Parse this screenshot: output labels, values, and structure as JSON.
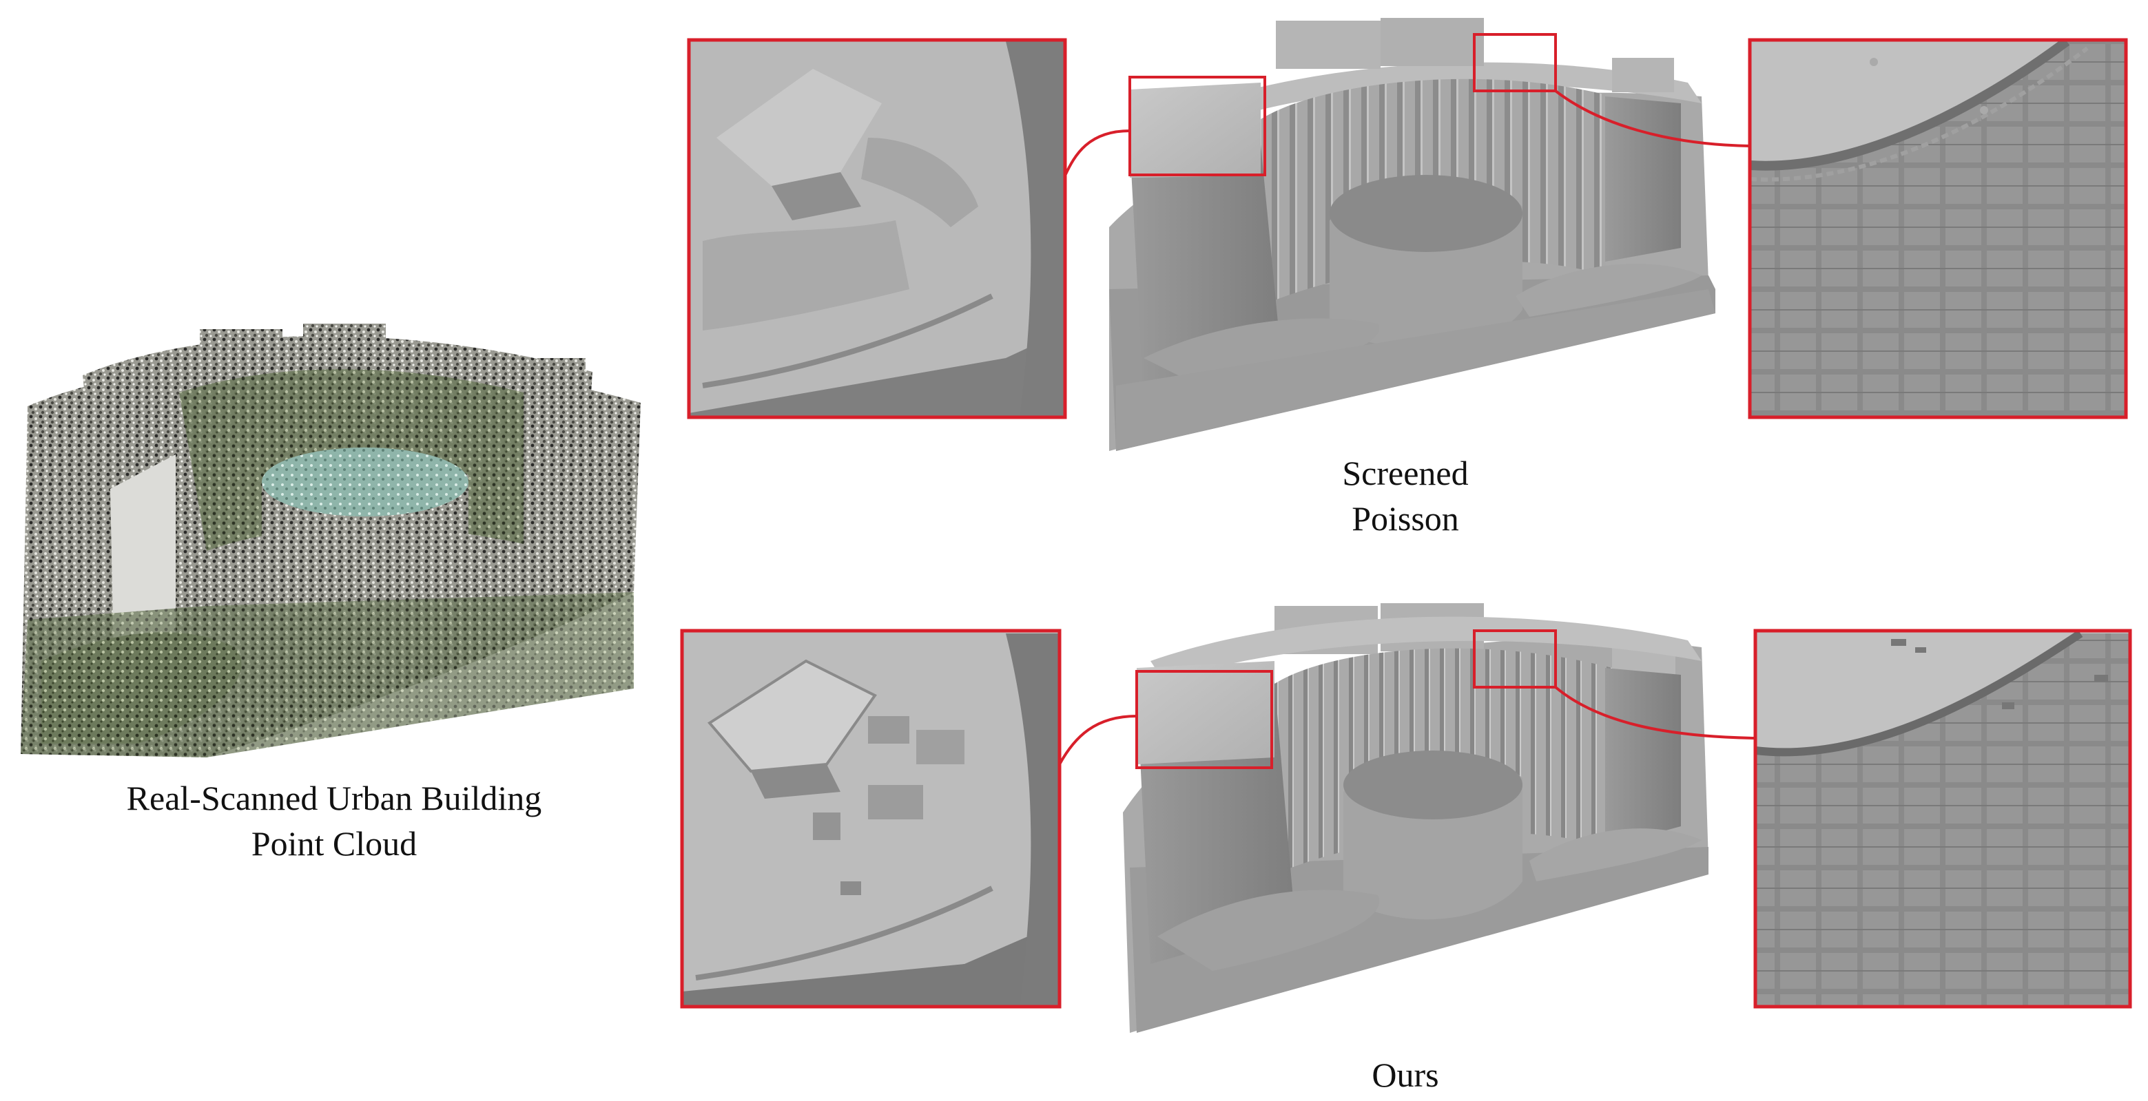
{
  "figure": {
    "captions": {
      "point_cloud": [
        "Real-Scanned Urban Building",
        "Point Cloud"
      ],
      "poisson": [
        "Screened",
        "Poisson"
      ],
      "ours": [
        "Ours"
      ]
    },
    "panels": [
      {
        "id": "point-cloud",
        "description": "colored point cloud of curved urban building"
      },
      {
        "id": "poisson-render",
        "description": "screened poisson reconstruction"
      },
      {
        "id": "poisson-zoom-left",
        "description": "zoom on rooftop structures"
      },
      {
        "id": "poisson-zoom-right",
        "description": "zoom on roof edge"
      },
      {
        "id": "ours-render",
        "description": "our reconstruction"
      },
      {
        "id": "ours-zoom-left",
        "description": "zoom on rooftop structures"
      },
      {
        "id": "ours-zoom-right",
        "description": "zoom on roof edge"
      }
    ],
    "colors": {
      "highlight": "#d81f2a",
      "mesh_light": "#bdbdbd",
      "mesh_mid": "#9c9c9c",
      "mesh_dark": "#6f6f6f"
    }
  }
}
